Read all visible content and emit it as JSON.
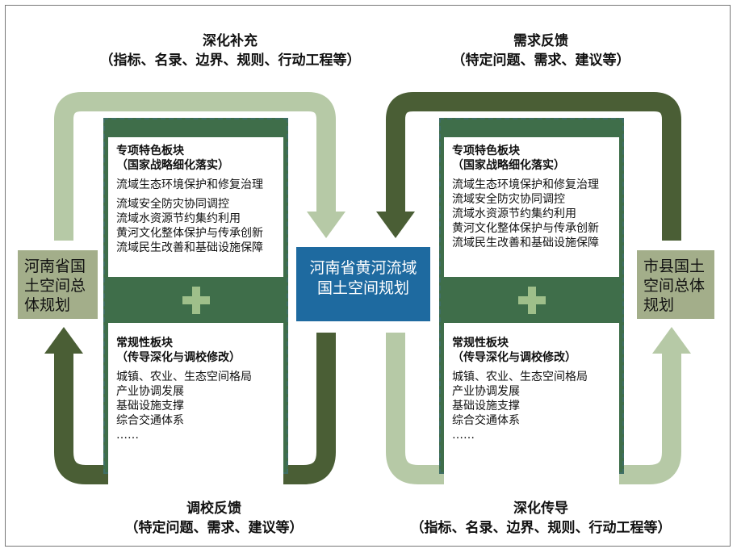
{
  "top_left": {
    "title": "深化补充",
    "subtitle": "（指标、名录、边界、规则、行动工程等）"
  },
  "top_right": {
    "title": "需求反馈",
    "subtitle": "（特定问题、需求、建议等）"
  },
  "bottom_left": {
    "title": "调校反馈",
    "subtitle": "（特定问题、需求、建议等）"
  },
  "bottom_right": {
    "title": "深化传导",
    "subtitle": "（指标、名录、边界、规则、行动工程等）"
  },
  "left_node": {
    "lines": [
      "河南省国",
      "土空间总",
      "体规划"
    ]
  },
  "center_node": {
    "lines": [
      "河南省黄河流域",
      "国土空间规划"
    ]
  },
  "right_node": {
    "lines": [
      "市县国土",
      "空间总体",
      "规划"
    ]
  },
  "panels": [
    {
      "special": {
        "title": "专项特色板块",
        "subtitle": "（国家战略细化落实）",
        "first_item": "流域生态环境保护和修复治理",
        "items": [
          "流域安全防灾协同调控",
          "流域水资源节约集约利用",
          "黄河文化整体保护与传承创新",
          "流域民生改善和基础设施保障"
        ]
      },
      "regular": {
        "title": "常规性板块",
        "subtitle": "（传导深化与调校修改）",
        "items": [
          "城镇、农业、生态空间格局",
          "产业协调发展",
          "基础设施支撑",
          "综合交通体系",
          "……"
        ]
      }
    },
    {
      "special": {
        "title": "专项特色板块",
        "subtitle": "（国家战略细化落实）",
        "first_item": "流域生态环境保护和修复治理",
        "items": [
          "流域安全防灾协同调控",
          "流域水资源节约集约利用",
          "黄河文化整体保护与传承创新",
          "流域民生改善和基础设施保障"
        ]
      },
      "regular": {
        "title": "常规性板块",
        "subtitle": "（传导深化与调校修改）",
        "items": [
          "城镇、农业、生态空间格局",
          "产业协调发展",
          "基础设施支撑",
          "综合交通体系",
          "……"
        ]
      }
    }
  ],
  "colors": {
    "dark_green": "#4a5e35",
    "light_green": "#b6c9a6",
    "panel_green": "#3f6e4a",
    "node_khaki": "#a3ae8a",
    "center_blue": "#1e6aa0"
  }
}
